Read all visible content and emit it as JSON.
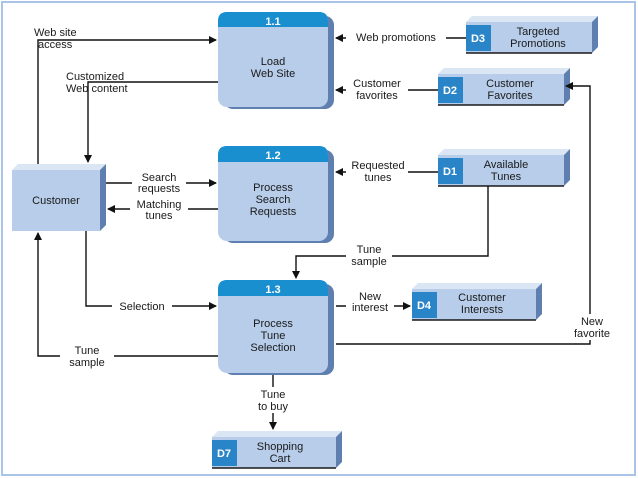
{
  "colors": {
    "box_fill": "#b7cdea",
    "box_shadow": "#5f7fb0",
    "process_header": "#1a8fd0",
    "store_id_fill": "#2a85c8",
    "line": "#111111",
    "frame": "#a9c4e6"
  },
  "external_entity": {
    "label": "Customer"
  },
  "processes": [
    {
      "id": "1.1",
      "lines": [
        "Load",
        "Web Site"
      ]
    },
    {
      "id": "1.2",
      "lines": [
        "Process",
        "Search",
        "Requests"
      ]
    },
    {
      "id": "1.3",
      "lines": [
        "Process",
        "Tune",
        "Selection"
      ]
    }
  ],
  "data_stores": [
    {
      "id": "D3",
      "lines": [
        "Targeted",
        "Promotions"
      ]
    },
    {
      "id": "D2",
      "lines": [
        "Customer",
        "Favorites"
      ]
    },
    {
      "id": "D1",
      "lines": [
        "Available",
        "Tunes"
      ]
    },
    {
      "id": "D4",
      "lines": [
        "Customer",
        "Interests"
      ]
    },
    {
      "id": "D7",
      "lines": [
        "Shopping",
        "Cart"
      ]
    }
  ],
  "flows": {
    "web_site_access": [
      "Web site",
      "access"
    ],
    "customized_web_content": [
      "Customized",
      "Web content"
    ],
    "web_promotions": [
      "Web promotions"
    ],
    "customer_favorites": [
      "Customer",
      "favorites"
    ],
    "search_requests": [
      "Search",
      "requests"
    ],
    "matching_tunes": [
      "Matching",
      "tunes"
    ],
    "requested_tunes": [
      "Requested",
      "tunes"
    ],
    "tune_sample_store": [
      "Tune",
      "sample"
    ],
    "selection": [
      "Selection"
    ],
    "new_interest": [
      "New",
      "interest"
    ],
    "new_favorite": [
      "New",
      "favorite"
    ],
    "tune_sample_customer": [
      "Tune",
      "sample"
    ],
    "tune_to_buy": [
      "Tune",
      "to buy"
    ]
  }
}
